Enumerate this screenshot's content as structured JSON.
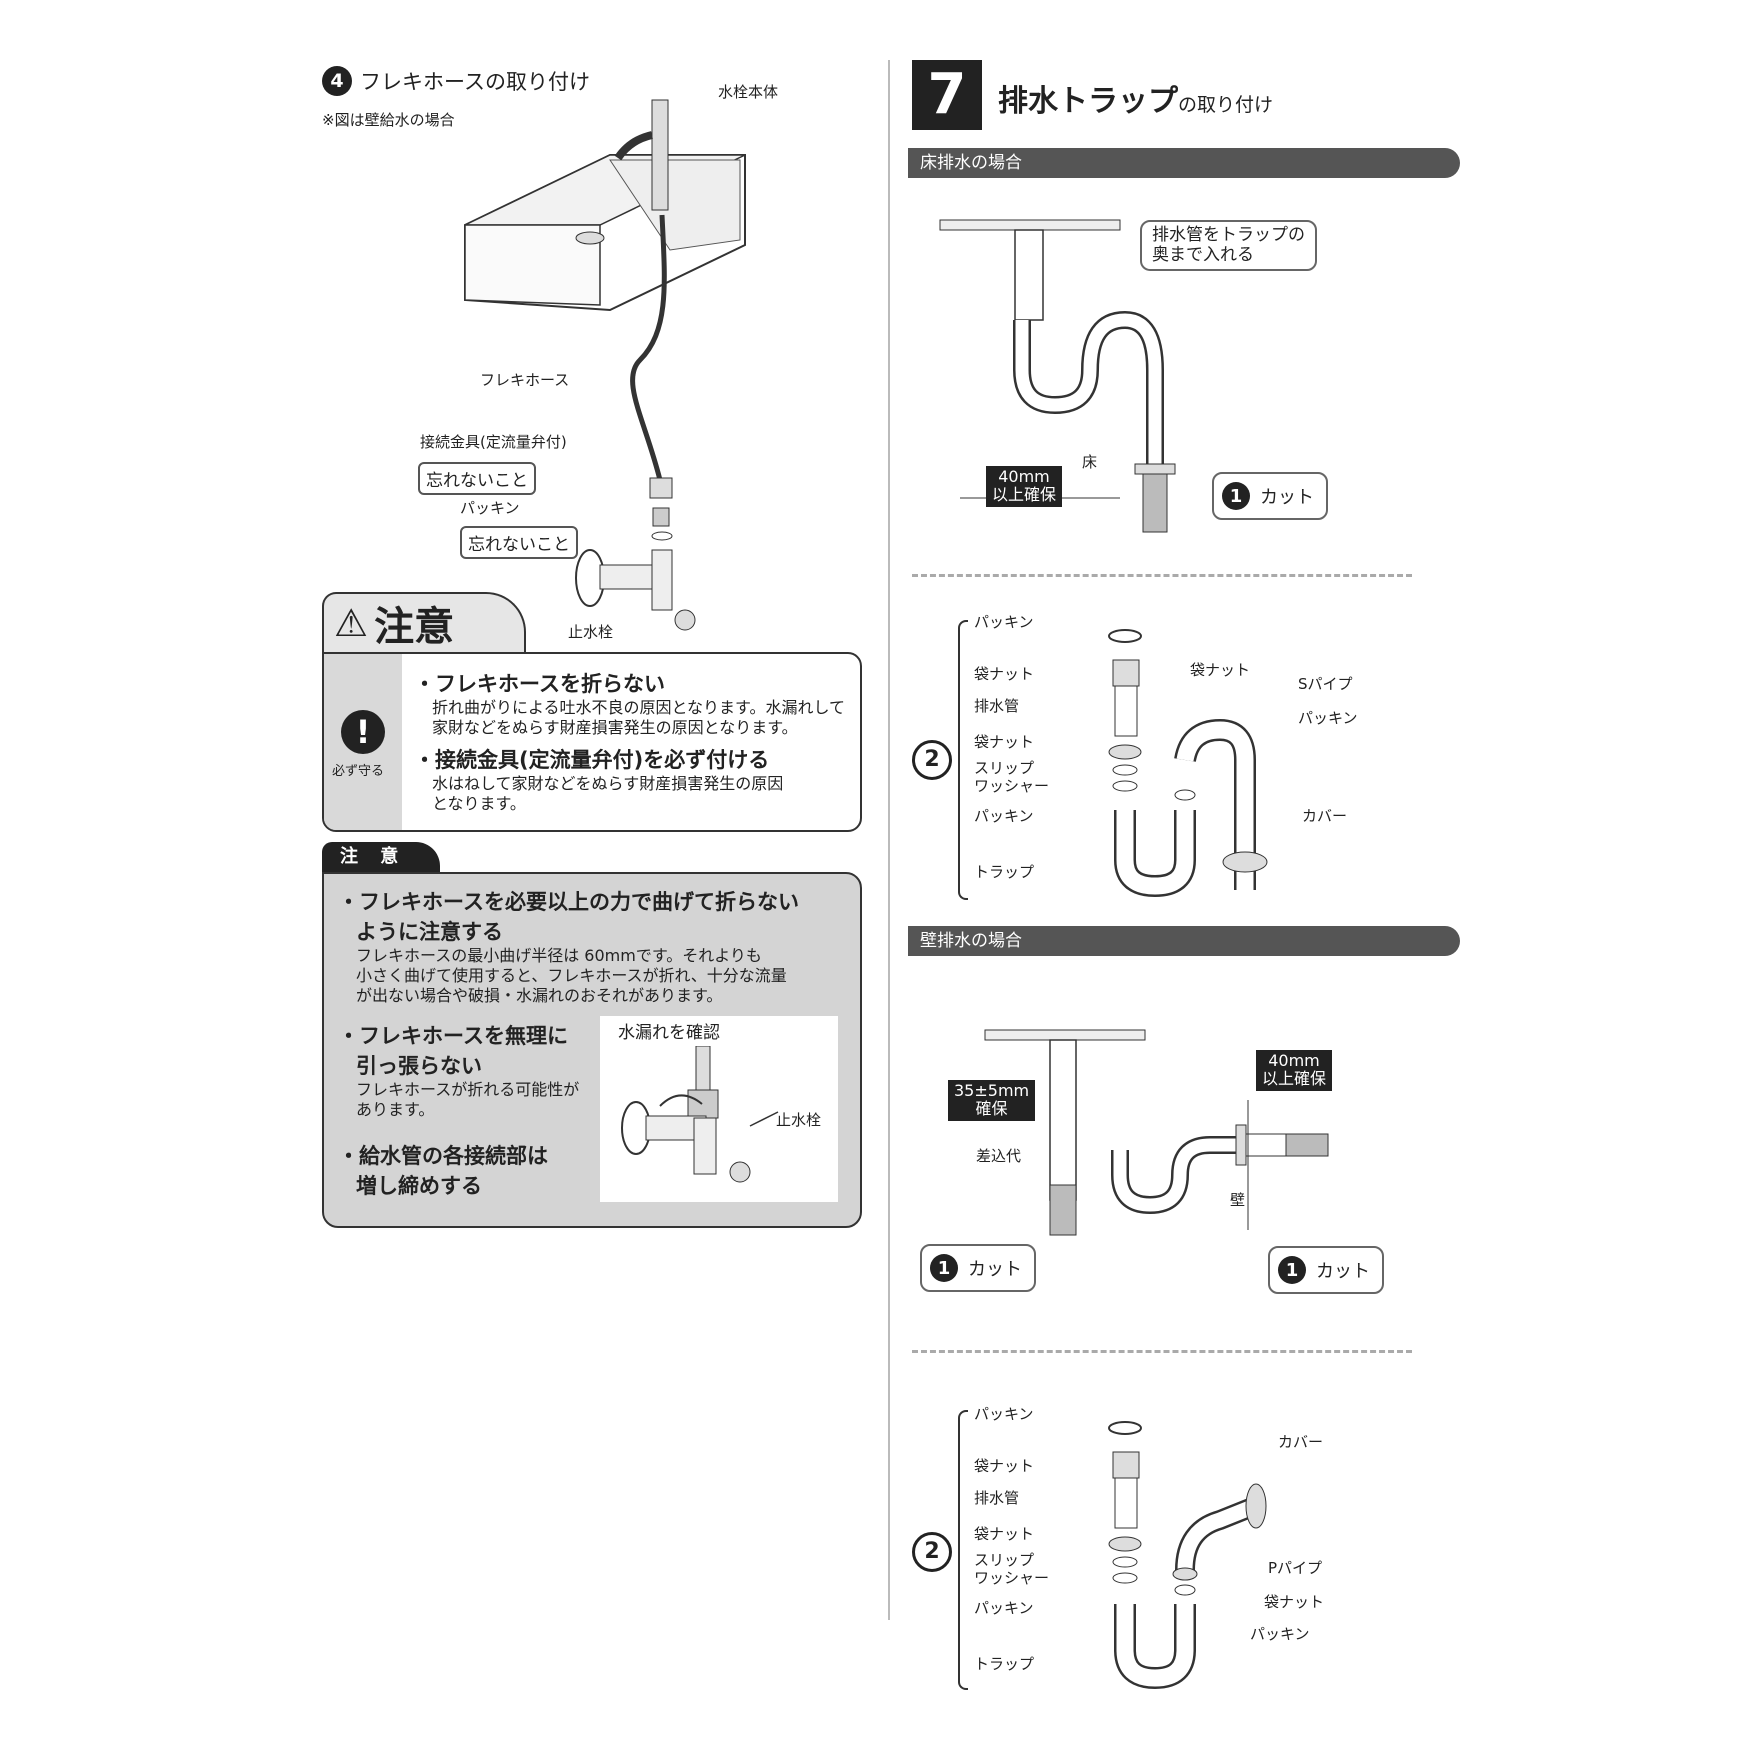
{
  "left": {
    "step4": {
      "num": "4",
      "title": "フレキホースの取り付け",
      "note": "※図は壁給水の場合"
    },
    "fig1": {
      "faucet_body": "水栓本体",
      "flex_hose": "フレキホース",
      "connector": "接続金具(定流量弁付)",
      "dont_forget_1": "忘れないこと",
      "packing": "パッキン",
      "dont_forget_2": "忘れないこと",
      "stop_valve": "止水栓"
    },
    "warning": {
      "title": "注意",
      "must": "必ず守る",
      "item1_title": "・フレキホースを折らない",
      "item1_body_1": "折れ曲がりによる吐水不良の原因となります。水漏れして",
      "item1_body_2": "家財などをぬらす財産損害発生の原因となります。",
      "item2_title": "・接続金具(定流量弁付)を必ず付ける",
      "item2_body_1": "水はねして家財などをぬらす財産損害発生の原因",
      "item2_body_2": "となります。"
    },
    "caution": {
      "title": "注 意",
      "item1_title_1": "・フレキホースを必要以上の力で曲げて折らない",
      "item1_title_2": "ように注意する",
      "item1_body_1": "フレキホースの最小曲げ半径は 60mmです。それよりも",
      "item1_body_2": "小さく曲げて使用すると、フレキホースが折れ、十分な流量",
      "item1_body_3": "が出ない場合や破損・水漏れのおそれがあります。",
      "item2_title_1": "・フレキホースを無理に",
      "item2_title_2": "引っ張らない",
      "item2_body_1": "フレキホースが折れる可能性が",
      "item2_body_2": "あります。",
      "item3_title_1": "・給水管の各接続部は",
      "item3_title_2": "増し締めする",
      "inset_label": "水漏れを確認",
      "inset_valve": "止水栓"
    }
  },
  "right": {
    "step7": {
      "num": "7",
      "title_main": "排水トラップ",
      "title_sub": "の取り付け"
    },
    "floor": {
      "bar": "床排水の場合",
      "callout_1": "排水管をトラップの",
      "callout_2": "奥まで入れる",
      "floor": "床",
      "clearance_1": "40mm",
      "clearance_2": "以上確保",
      "cut_num": "1",
      "cut": "カット"
    },
    "floor_parts": {
      "step_num": "2",
      "packing_top": "パッキン",
      "bag_nut_1": "袋ナット",
      "drain_pipe": "排水管",
      "bag_nut_2": "袋ナット",
      "slip_1": "スリップ",
      "slip_2": "ワッシャー",
      "packing_bottom": "パッキン",
      "trap": "トラップ",
      "bag_nut_r": "袋ナット",
      "s_pipe": "Sパイプ",
      "packing_r": "パッキン",
      "cover": "カバー"
    },
    "wall": {
      "bar": "壁排水の場合",
      "insert_1": "35±5mm",
      "insert_2": "確保",
      "insert_len": "差込代",
      "clearance_1": "40mm",
      "clearance_2": "以上確保",
      "wall": "壁",
      "cut_num_1": "1",
      "cut_1": "カット",
      "cut_num_2": "1",
      "cut_2": "カット"
    },
    "wall_parts": {
      "step_num": "2",
      "packing_top": "パッキン",
      "bag_nut_1": "袋ナット",
      "drain_pipe": "排水管",
      "bag_nut_2": "袋ナット",
      "slip_1": "スリップ",
      "slip_2": "ワッシャー",
      "packing_bottom": "パッキン",
      "trap": "トラップ",
      "cover": "カバー",
      "p_pipe": "Pパイプ",
      "bag_nut_r": "袋ナット",
      "packing_r": "パッキン"
    }
  }
}
